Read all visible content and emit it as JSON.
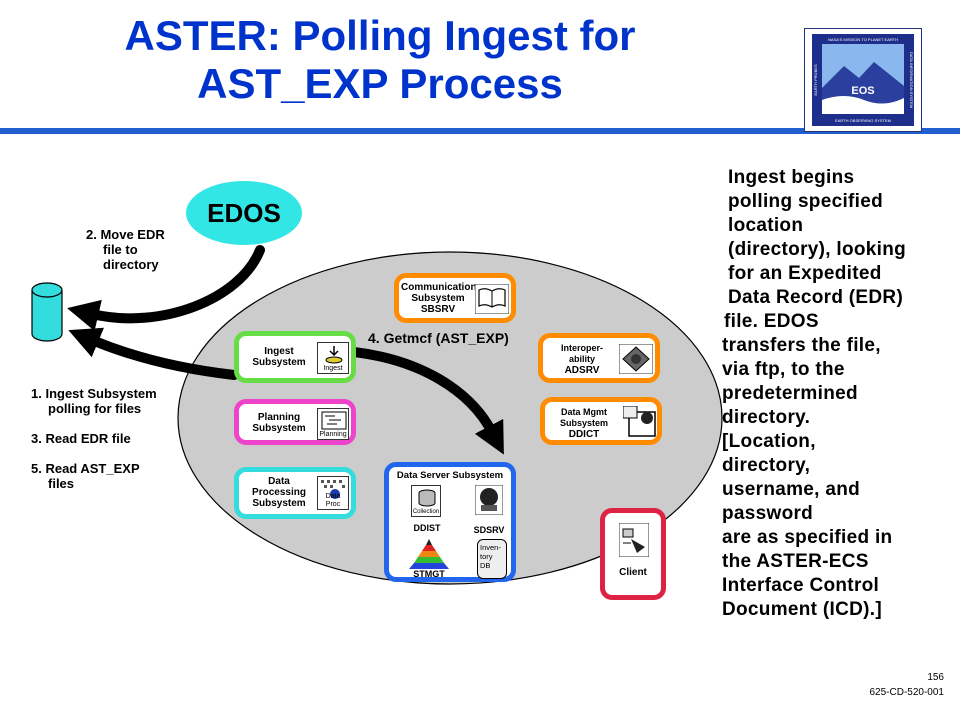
{
  "title": [
    "ASTER:  Polling Ingest for",
    "AST_EXP Process"
  ],
  "edos": "EDOS",
  "steps": {
    "move_edr": [
      "2. Move EDR",
      "file to",
      "directory"
    ],
    "polling": [
      "1. Ingest Subsystem",
      "polling for files"
    ],
    "read_edr": "3. Read EDR file",
    "read_ast": [
      "5. Read AST_EXP",
      "files"
    ],
    "getmcf": "4. Getmcf (AST_EXP)"
  },
  "subsystems": {
    "communications": {
      "lines": [
        "Communications",
        "Subsystem"
      ],
      "code": "SBSRV",
      "color": "#ff8c00"
    },
    "ingest": {
      "lines": [
        "Ingest",
        "Subsystem"
      ],
      "icon_text": "Ingest",
      "color": "#66dd44"
    },
    "interoperability": {
      "lines": [
        "Interoper-",
        "ability"
      ],
      "code": "ADSRV",
      "color": "#ff8c00"
    },
    "planning": {
      "lines": [
        "Planning",
        "Subsystem"
      ],
      "icon_text": "Planning",
      "color": "#ee44cc"
    },
    "data_mgmt": {
      "lines": [
        "Data Mgmt",
        "Subsystem"
      ],
      "code": "DDICT",
      "color": "#ff8c00"
    },
    "data_processing": {
      "lines": [
        "Data",
        "Processing",
        "Subsystem"
      ],
      "icon_text": "Data Proc",
      "color": "#33dddd"
    },
    "data_server": {
      "title": "Data Server Subsystem",
      "collection": "Collection",
      "ddist": "DDIST",
      "sdsrv": "SDSRV",
      "inventory": [
        "Inven-",
        "tory",
        "DB"
      ],
      "stmgt": "STMGT",
      "color": "#2266ee"
    },
    "client": {
      "label": "Client",
      "color": "#dd2244"
    }
  },
  "narrative": [
    "Ingest begins",
    "polling specified",
    "location",
    "(directory), looking",
    "for an Expedited",
    "Data Record (EDR)",
    "file.  EDOS",
    "transfers the file,",
    "via ftp, to the",
    "predetermined",
    "directory.",
    "[Location,",
    "directory,",
    "username, and",
    "password",
    "are as specified in",
    "the ASTER-ECS",
    "Interface Control",
    "Document (ICD).]"
  ],
  "footer": {
    "page": "156",
    "doc": "625-CD-520-001"
  },
  "logo": {
    "top": "NASA'S MISSION TO PLANET EARTH",
    "mid": "EOS",
    "bottom": "EARTH OBSERVING SYSTEM",
    "left": "EARTH PROBES",
    "right": "DATA INFORMATION SYSTEM"
  }
}
